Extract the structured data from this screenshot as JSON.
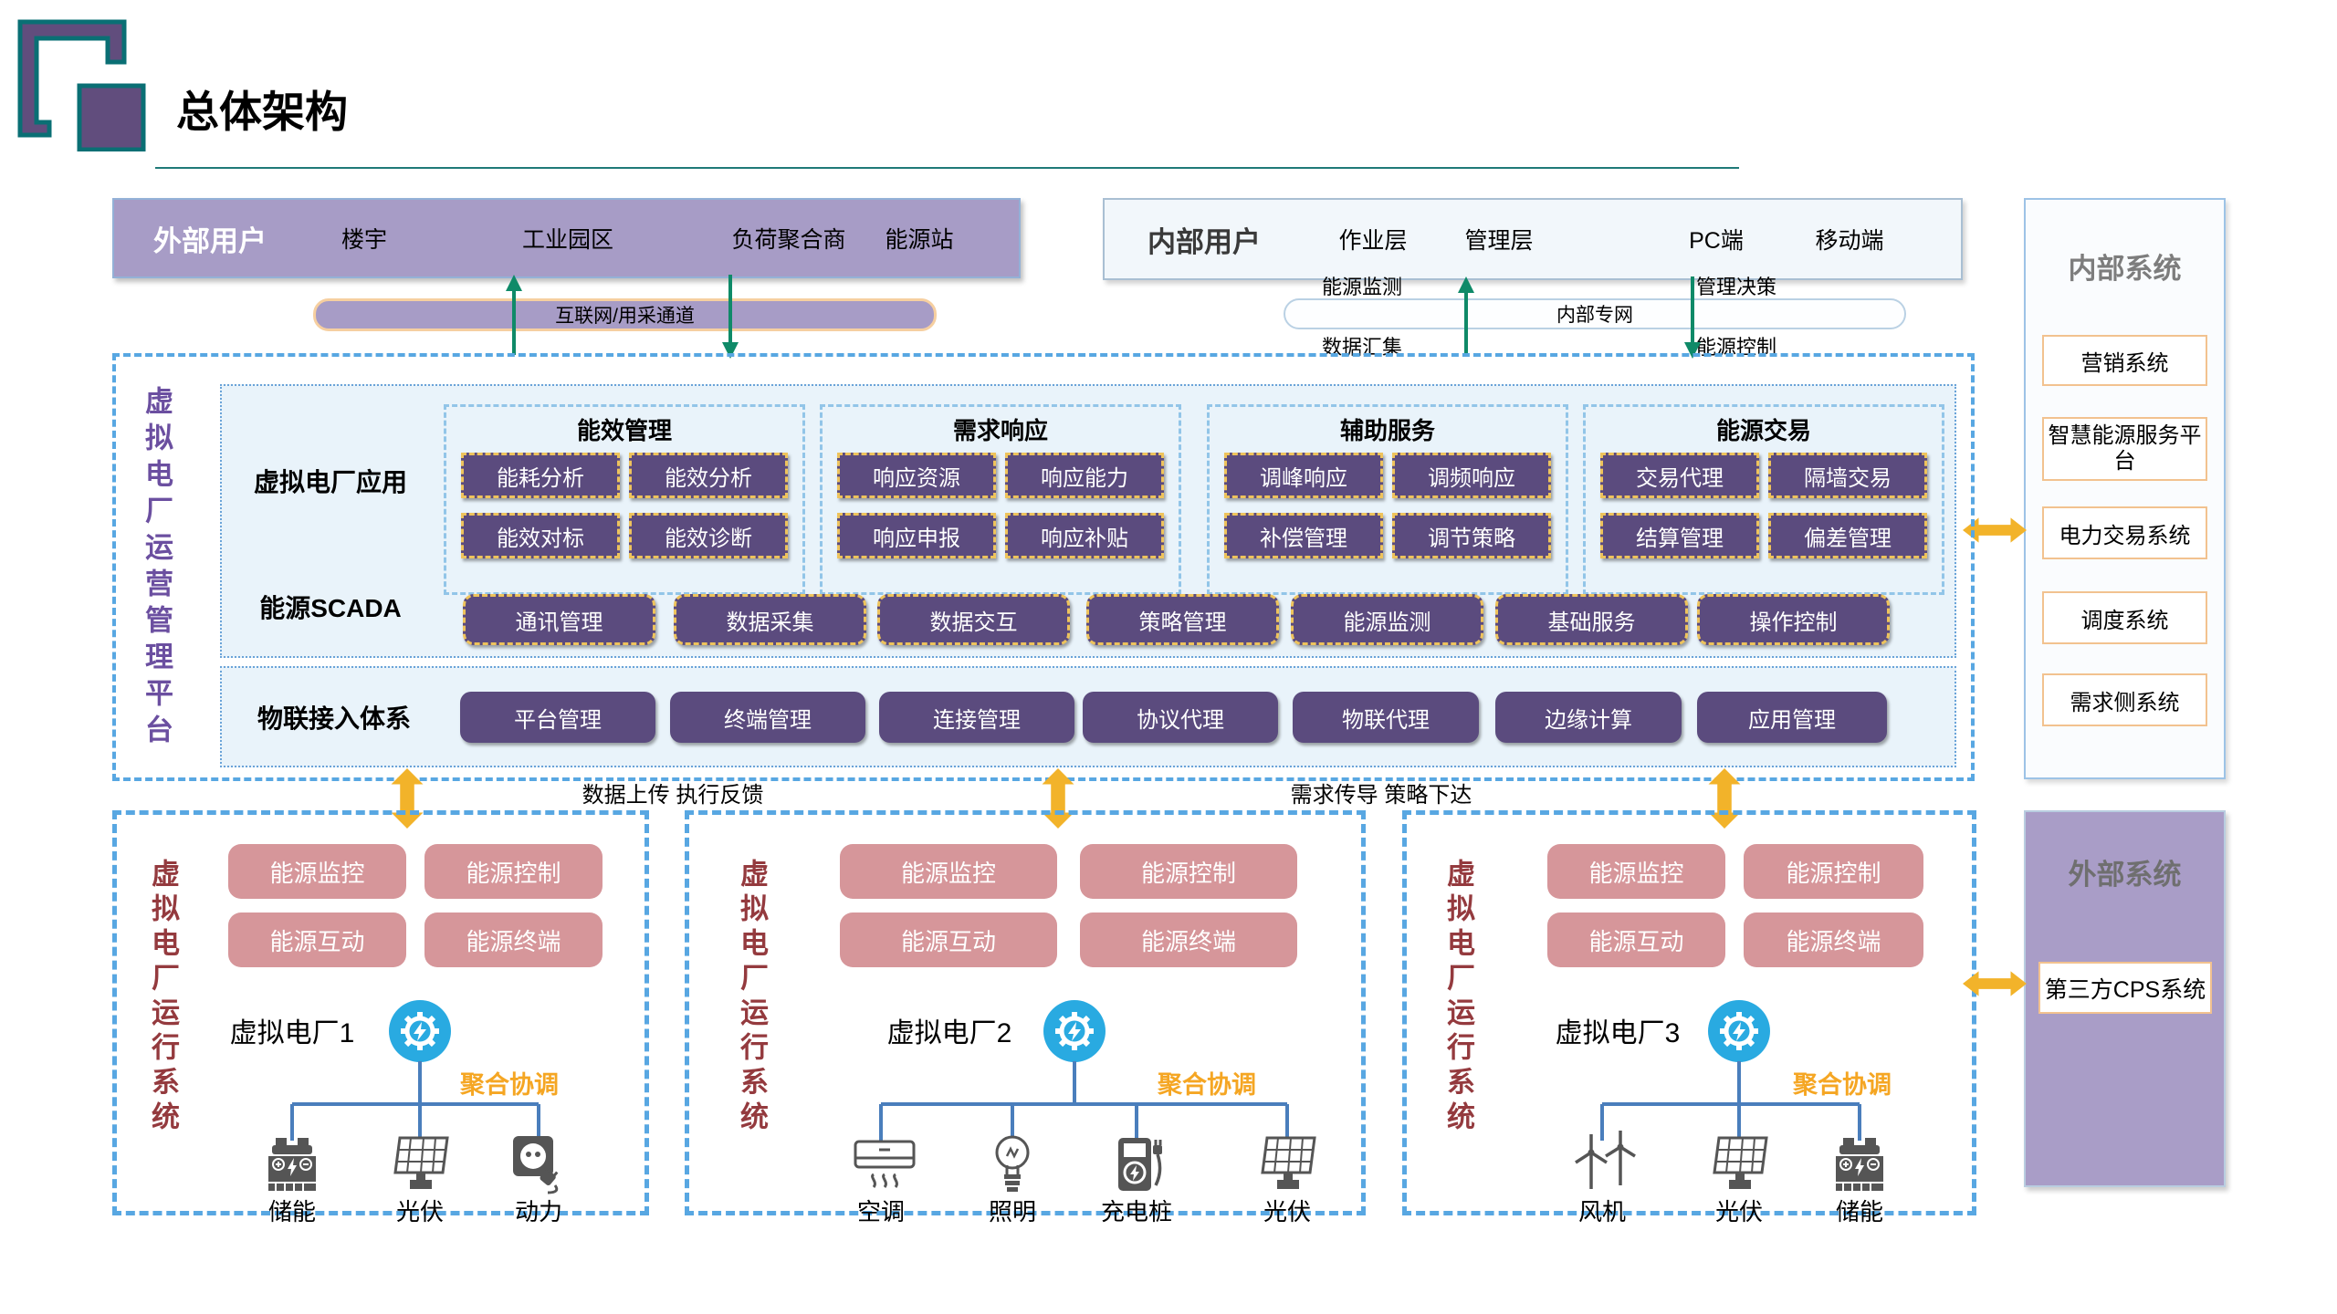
{
  "page": {
    "title": "总体架构"
  },
  "external_users": {
    "title": "外部用户",
    "items": [
      "楼宇",
      "工业园区",
      "负荷聚合商",
      "能源站"
    ],
    "channel": "互联网/用采通道"
  },
  "internal_users": {
    "title": "内部用户",
    "items": [
      "作业层",
      "管理层",
      "PC端",
      "移动端"
    ],
    "channel": "内部专网",
    "channel_labels": {
      "top_left": "能源监测",
      "bottom_left": "数据汇集",
      "top_right": "管理决策",
      "bottom_right": "能源控制"
    }
  },
  "platform": {
    "side_label": "虚拟电厂运营管理平台",
    "app_layer": {
      "label": "虚拟电厂应用",
      "groups": [
        {
          "title": "能效管理",
          "buttons": [
            "能耗分析",
            "能效分析",
            "能效对标",
            "能效诊断"
          ]
        },
        {
          "title": "需求响应",
          "buttons": [
            "响应资源",
            "响应能力",
            "响应申报",
            "响应补贴"
          ]
        },
        {
          "title": "辅助服务",
          "buttons": [
            "调峰响应",
            "调频响应",
            "补偿管理",
            "调节策略"
          ]
        },
        {
          "title": "能源交易",
          "buttons": [
            "交易代理",
            "隔墙交易",
            "结算管理",
            "偏差管理"
          ]
        }
      ]
    },
    "scada_layer": {
      "label": "能源SCADA",
      "buttons": [
        "通讯管理",
        "数据采集",
        "数据交互",
        "策略管理",
        "能源监测",
        "基础服务",
        "操作控制"
      ]
    },
    "iot_layer": {
      "label": "物联接入体系",
      "buttons": [
        "平台管理",
        "终端管理",
        "连接管理",
        "协议代理",
        "物联代理",
        "边缘计算",
        "应用管理"
      ]
    }
  },
  "internal_systems": {
    "title": "内部系统",
    "items": [
      "营销系统",
      "智慧能源服务平台",
      "电力交易系统",
      "调度系统",
      "需求侧系统"
    ]
  },
  "external_systems": {
    "title": "外部系统",
    "items": [
      "第三方CPS系统"
    ]
  },
  "flow_labels": {
    "left": "数据上传 执行反馈",
    "right": "需求传导 策略下达"
  },
  "vpp": {
    "side_label": "虚拟电厂运行系统",
    "buttons": [
      "能源监控",
      "能源控制",
      "能源互动",
      "能源终端"
    ],
    "coordination_label": "聚合协调",
    "plants": [
      {
        "name": "虚拟电厂1",
        "devices": [
          {
            "icon": "battery-icon",
            "label": "储能"
          },
          {
            "icon": "solar-panel-icon",
            "label": "光伏"
          },
          {
            "icon": "power-plug-icon",
            "label": "动力"
          }
        ]
      },
      {
        "name": "虚拟电厂2",
        "devices": [
          {
            "icon": "air-conditioner-icon",
            "label": "空调"
          },
          {
            "icon": "light-bulb-icon",
            "label": "照明"
          },
          {
            "icon": "ev-charger-icon",
            "label": "充电桩"
          },
          {
            "icon": "solar-panel-icon",
            "label": "光伏"
          }
        ]
      },
      {
        "name": "虚拟电厂3",
        "devices": [
          {
            "icon": "wind-turbine-icon",
            "label": "风机"
          },
          {
            "icon": "solar-panel-icon",
            "label": "光伏"
          },
          {
            "icon": "battery-icon",
            "label": "储能"
          }
        ]
      }
    ]
  },
  "colors": {
    "band_purple": "#a79cc6",
    "chip_purple": "#5b4b7e",
    "gold_dash": "#eec35c",
    "pink": "#d6969a",
    "dash_blue": "#58a7e2",
    "green_arrow": "#0f8a68",
    "yellow_arrow": "#f2b32a",
    "teal": "#1f7a78",
    "gear_blue": "#29aae1",
    "maroon_text": "#943a3e",
    "violet_text": "#6b4fa0"
  }
}
